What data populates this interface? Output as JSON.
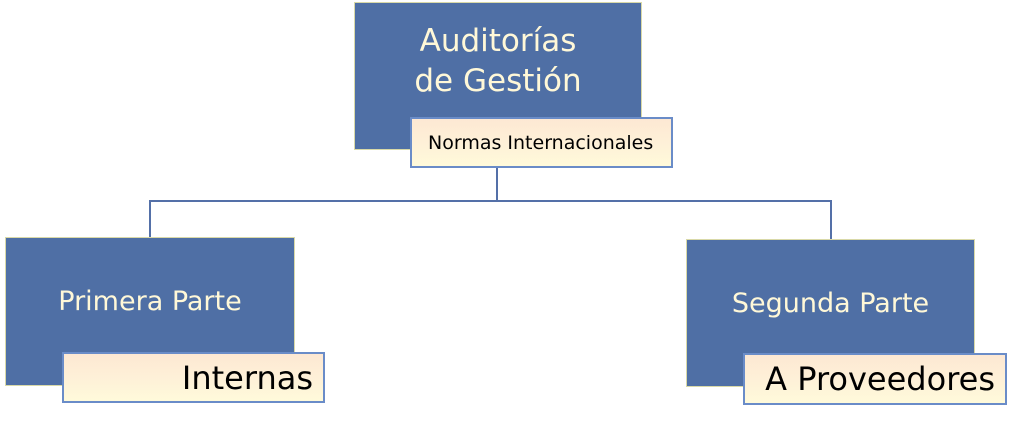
{
  "nodes": {
    "root": {
      "title": "Auditorías de Gestión",
      "subtitle": "Normas Internacionales"
    },
    "left": {
      "title": "Primera Parte",
      "subtitle": "Internas"
    },
    "right": {
      "title": "Segunda Parte",
      "subtitle": "A Proveedores"
    }
  },
  "colors": {
    "node_fill": "#4F6FA5",
    "node_text": "#FFF8D8",
    "label_border": "#6A8CC8"
  }
}
